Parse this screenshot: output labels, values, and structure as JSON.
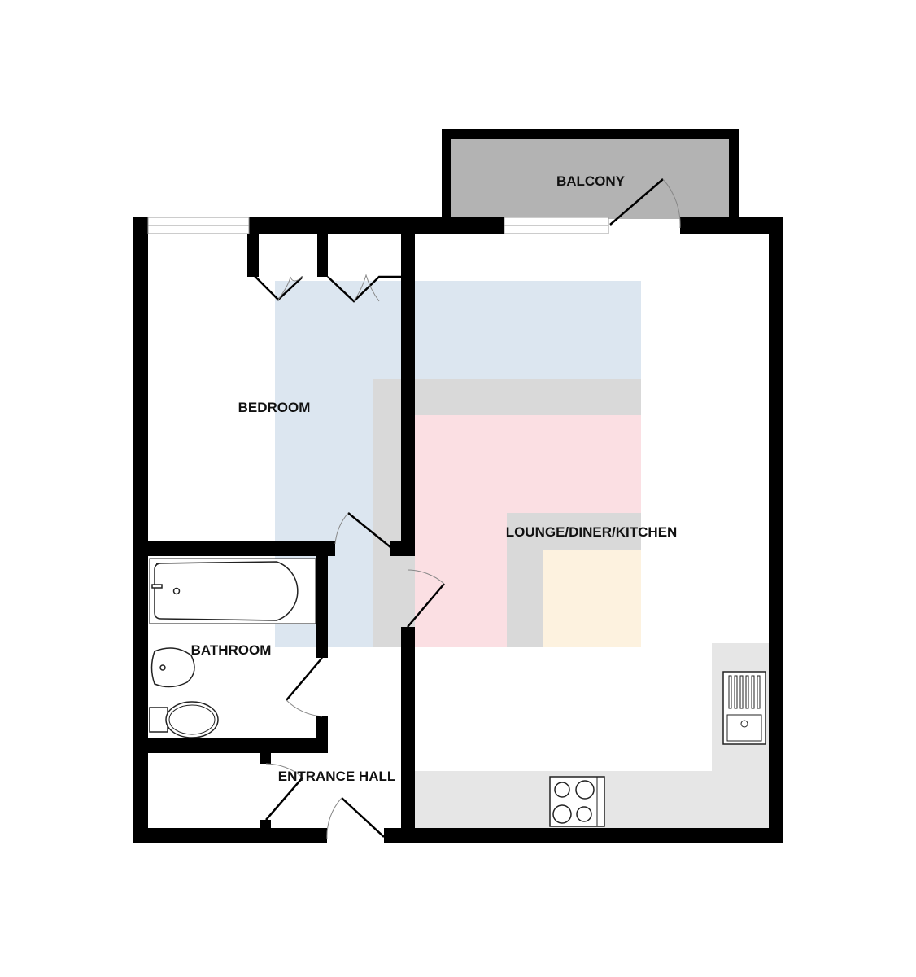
{
  "rooms": {
    "balcony": "BALCONY",
    "bedroom": "BEDROOM",
    "lounge": "LOUNGE/DINER/KITCHEN",
    "bathroom": "BATHROOM",
    "hall": "ENTRANCE HALL"
  },
  "colors": {
    "wall": "#000000",
    "balcony": "#b3b3b3",
    "blue_zone": "#dce6f0",
    "grey_zone": "#d9d9d9",
    "pink_zone": "#fbdfe3",
    "cream_zone": "#fdf2df",
    "counter": "#e6e6e6"
  }
}
